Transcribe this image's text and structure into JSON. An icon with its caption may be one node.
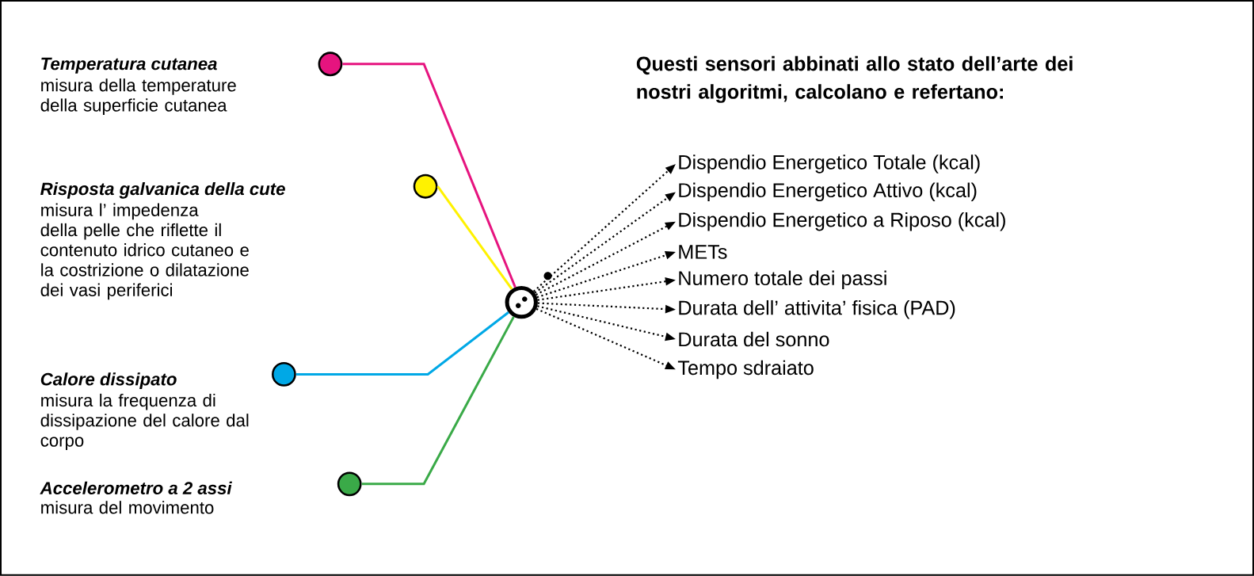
{
  "diagram": {
    "title": "Questi sensori abbinati allo stato dell’arte dei nostri algoritmi, calcolano e refertano:",
    "nodes": [
      {
        "text": [],
        "shape": "circle",
        "beside": [
          "Temperatura cutanea",
          "misura della temperature della superficie cutanea"
        ]
      },
      {
        "text": [],
        "shape": "circle",
        "beside": [
          "Risposta galvanica della cute",
          "misura l’ impedenza della pelle che riflette il contenuto idrico cutaneo e la costrizione o dilatazione dei vasi periferici"
        ]
      },
      {
        "text": [],
        "shape": "circle",
        "beside": [
          "Calore dissipato",
          "misura la frequenza di dissipazione del calore dal corpo"
        ]
      },
      {
        "text": [],
        "shape": "circle",
        "beside": [
          "Accelerometro a 2 assi",
          "misura del movimento"
        ]
      },
      {
        "text": [],
        "shape": "circle"
      },
      {
        "text": [
          "Dispendio Energetico Totale (kcal)"
        ]
      },
      {
        "text": [
          "Dispendio Energetico Attivo (kcal)"
        ]
      },
      {
        "text": [
          "Dispendio Energetico a Riposo (kcal)"
        ]
      },
      {
        "text": [
          "METs"
        ]
      },
      {
        "text": [
          "Numero totale dei passi"
        ]
      },
      {
        "text": [
          "Durata dell’ attivita’ fisica (PAD)"
        ]
      },
      {
        "text": [
          "Durata del sonno"
        ]
      },
      {
        "text": [
          "Tempo sdraiato"
        ]
      }
    ],
    "edges": [
      {
        "from": 0,
        "to": 4,
        "arrow": "none",
        "color": "#e6147f"
      },
      {
        "from": 1,
        "to": 4,
        "arrow": "none",
        "color": "#fff200"
      },
      {
        "from": 2,
        "to": 4,
        "arrow": "none",
        "color": "#00a8e6"
      },
      {
        "from": 3,
        "to": 4,
        "arrow": "none",
        "color": "#3aaa48"
      },
      {
        "from": 4,
        "to": 5,
        "arrow": "to",
        "style": "dashed"
      },
      {
        "from": 4,
        "to": 6,
        "arrow": "to",
        "style": "dashed"
      },
      {
        "from": 4,
        "to": 7,
        "arrow": "to",
        "style": "dashed"
      },
      {
        "from": 4,
        "to": 8,
        "arrow": "to",
        "style": "dashed"
      },
      {
        "from": 4,
        "to": 9,
        "arrow": "to",
        "style": "dashed"
      },
      {
        "from": 4,
        "to": 10,
        "arrow": "to",
        "style": "dashed"
      },
      {
        "from": 4,
        "to": 11,
        "arrow": "to",
        "style": "dashed"
      },
      {
        "from": 4,
        "to": 12,
        "arrow": "to",
        "style": "dashed"
      }
    ]
  }
}
